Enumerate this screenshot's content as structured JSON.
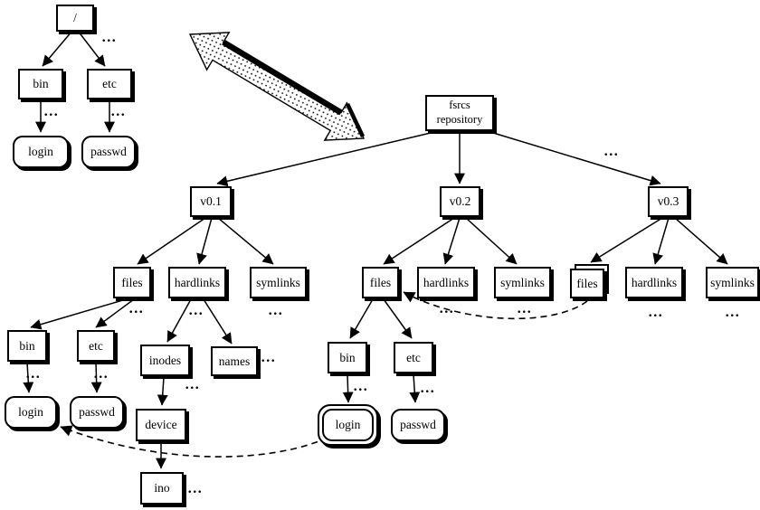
{
  "figure": {
    "ellipsis": "...",
    "labels": {
      "root": "/",
      "bin": "bin",
      "etc": "etc",
      "login": "login",
      "passwd": "passwd",
      "repository_line1": "fsrcs",
      "repository_line2": "repository",
      "v1": "v0.1",
      "v2": "v0.2",
      "v3": "v0.3",
      "files": "files",
      "hardlinks": "hardlinks",
      "symlinks": "symlinks",
      "inodes": "inodes",
      "names": "names",
      "device": "device",
      "ino": "ino"
    }
  }
}
